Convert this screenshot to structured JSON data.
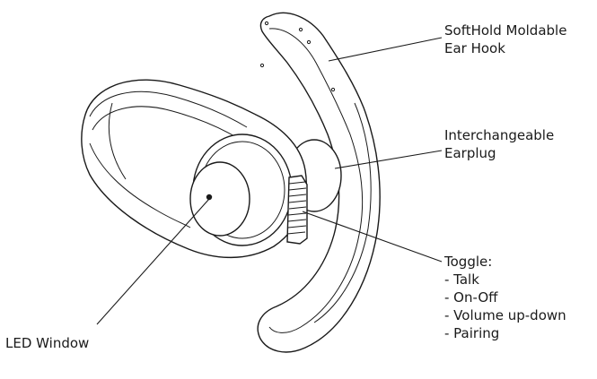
{
  "callouts": {
    "ear_hook": {
      "lines": [
        "SoftHold Moldable",
        "Ear Hook"
      ]
    },
    "earplug": {
      "lines": [
        "Interchangeable",
        "Earplug"
      ]
    },
    "toggle": {
      "lines": [
        "Toggle:",
        "- Talk",
        "- On-Off",
        "- Volume up-down",
        "- Pairing"
      ]
    },
    "led_window": {
      "lines": [
        "LED Window"
      ]
    }
  }
}
